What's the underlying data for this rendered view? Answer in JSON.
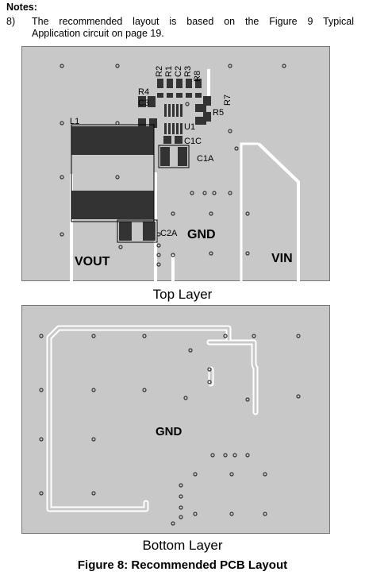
{
  "notes": {
    "heading": "Notes:",
    "item_number": "8)",
    "line1": "The recommended layout is based on the Figure 9 Typical",
    "line2": "Application circuit on page 19."
  },
  "top_layer": {
    "caption": "Top Layer",
    "labels": {
      "l1": "L1",
      "u1": "U1",
      "r2": "R2",
      "r1": "R1",
      "c2": "C2",
      "r3": "R3",
      "r8": "R8",
      "r4": "R4",
      "c3": "C3",
      "r7": "R7",
      "r5": "R5",
      "c1c": "C1C",
      "c1a": "C1A",
      "c2a": "C2A",
      "gnd": "GND",
      "vout": "VOUT",
      "vin": "VIN"
    }
  },
  "bottom_layer": {
    "caption": "Bottom Layer",
    "labels": {
      "gnd": "GND"
    }
  },
  "figure_caption": "Figure 8: Recommended PCB Layout",
  "colors": {
    "board": "#c8c8c8",
    "pad": "#333333",
    "trace": "#ffffff"
  }
}
